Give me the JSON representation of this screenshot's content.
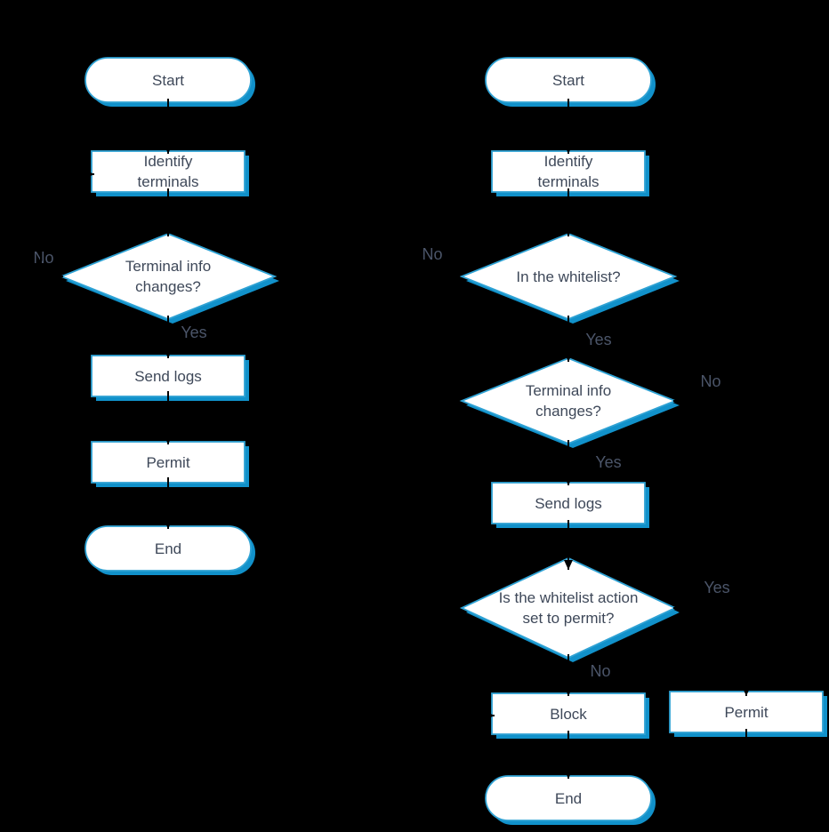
{
  "diagram": {
    "colors": {
      "background": "#000000",
      "shape_fill": "#ffffff",
      "shape_border": "#2fa2d4",
      "shape_shadow": "#1191ca",
      "node_text": "#3e4859",
      "edge_label_text": "#4b5569",
      "connector": "#000000"
    },
    "left_flow": {
      "start": "Start",
      "identify": "Identify\nterminals",
      "decision_changes": "Terminal info\nchanges?",
      "send_logs": "Send logs",
      "permit": "Permit",
      "end": "End",
      "label_no_changes": "No",
      "label_yes_changes": "Yes"
    },
    "right_flow": {
      "start": "Start",
      "identify": "Identify\nterminals",
      "decision_whitelist": "In the whitelist?",
      "decision_changes": "Terminal info\nchanges?",
      "send_logs": "Send logs",
      "decision_action": "Is the whitelist action\nset to permit?",
      "block": "Block",
      "permit": "Permit",
      "end": "End",
      "label_no_whitelist": "No",
      "label_yes_whitelist": "Yes",
      "label_no_changes": "No",
      "label_yes_changes": "Yes",
      "label_yes_action": "Yes",
      "label_no_action": "No"
    }
  }
}
